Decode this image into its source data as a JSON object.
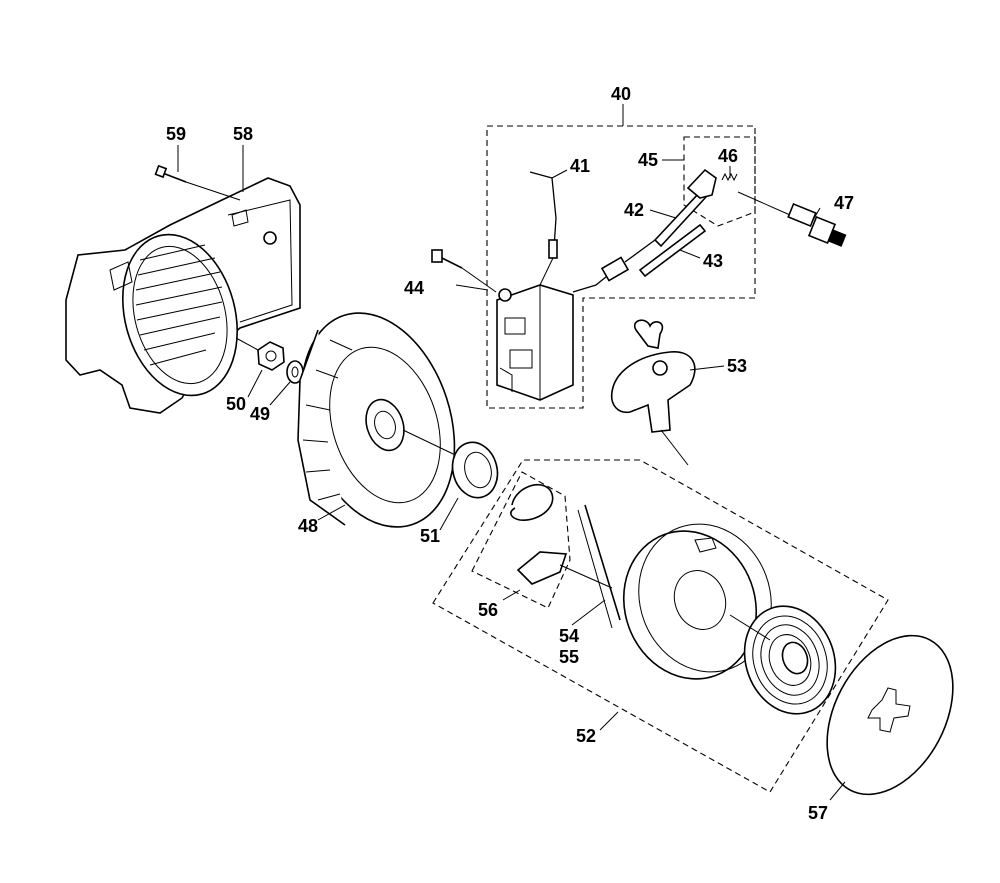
{
  "diagram": {
    "labels": {
      "p40": "40",
      "p41": "41",
      "p42": "42",
      "p43": "43",
      "p44": "44",
      "p45": "45",
      "p46": "46",
      "p47": "47",
      "p48": "48",
      "p49": "49",
      "p50": "50",
      "p51": "51",
      "p52": "52",
      "p53": "53",
      "p54": "54",
      "p55": "55",
      "p56": "56",
      "p57": "57",
      "p58": "58",
      "p59": "59"
    }
  }
}
